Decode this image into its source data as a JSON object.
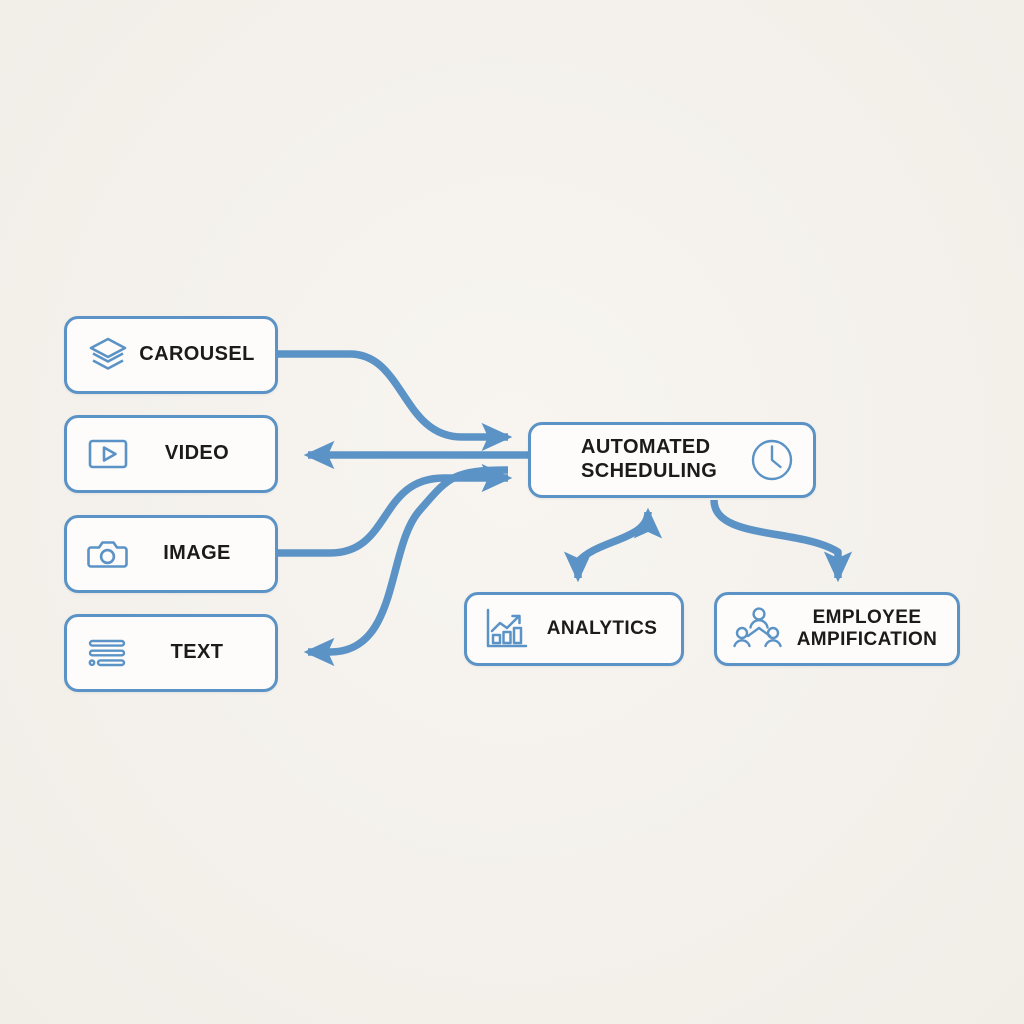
{
  "diagram": {
    "title": "Automated Scheduling content flow",
    "background_color": "#f4f1ec",
    "accent_color": "#5b93c6",
    "text_color": "#1b1b1b",
    "node_fill": "#fdfcfa"
  },
  "sources": [
    {
      "id": "carousel",
      "label": "CAROUSEL",
      "icon": "layers-icon"
    },
    {
      "id": "video",
      "label": "VIDEO",
      "icon": "video-play-icon"
    },
    {
      "id": "image",
      "label": "IMAGE",
      "icon": "camera-icon"
    },
    {
      "id": "text",
      "label": "TEXT",
      "icon": "text-lines-icon"
    }
  ],
  "hub": {
    "id": "automated-scheduling",
    "label": "AUTOMATED\nSCHEDULING",
    "icon": "clock-icon"
  },
  "outputs": [
    {
      "id": "analytics",
      "label": "ANALYTICS",
      "icon": "bar-chart-growth-icon"
    },
    {
      "id": "employee",
      "label": "EMPLOYEE\nAMPIFICATION",
      "icon": "people-network-icon"
    }
  ],
  "edges": [
    {
      "from": "carousel",
      "to": "automated-scheduling",
      "direction": "forward"
    },
    {
      "from": "automated-scheduling",
      "to": "video",
      "direction": "backward"
    },
    {
      "from": "image",
      "to": "automated-scheduling",
      "direction": "forward"
    },
    {
      "from": "automated-scheduling",
      "to": "text",
      "direction": "backward"
    },
    {
      "from": "automated-scheduling",
      "to": "analytics",
      "direction": "bidirectional"
    },
    {
      "from": "automated-scheduling",
      "to": "employee",
      "direction": "forward"
    }
  ]
}
